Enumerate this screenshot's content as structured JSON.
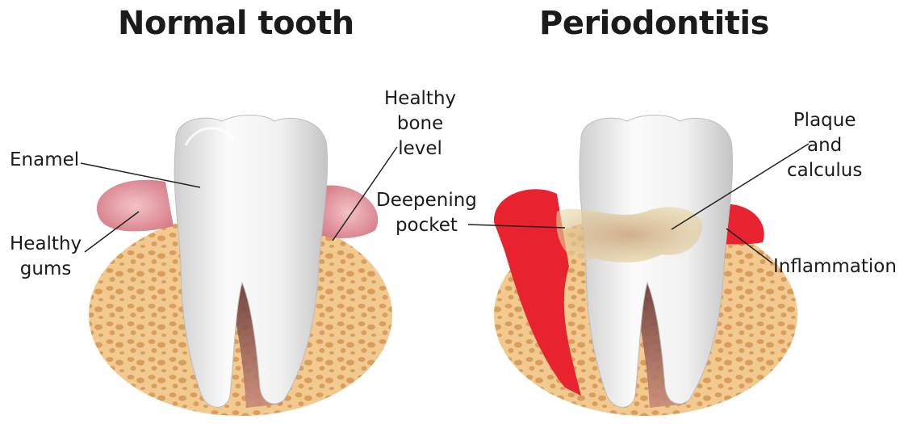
{
  "titles": {
    "normal": "Normal tooth",
    "periodontitis": "Periodontitis"
  },
  "labels": {
    "enamel": "Enamel",
    "healthy_gums": [
      "Healthy",
      "gums"
    ],
    "healthy_bone_level": [
      "Healthy",
      "bone",
      "level"
    ],
    "deepening_pocket": [
      "Deepening",
      "pocket"
    ],
    "plaque_calculus": [
      "Plaque",
      "and",
      "calculus"
    ],
    "inflammation": "Inflammation"
  },
  "colors": {
    "bone": "#f2c98f",
    "bone_spots": "#d89e5e",
    "healthy_gum": "#e7a0a8",
    "inflamed_gum": "#e8232f",
    "enamel": "#f4f4f4",
    "plaque": "#d9b37a"
  }
}
